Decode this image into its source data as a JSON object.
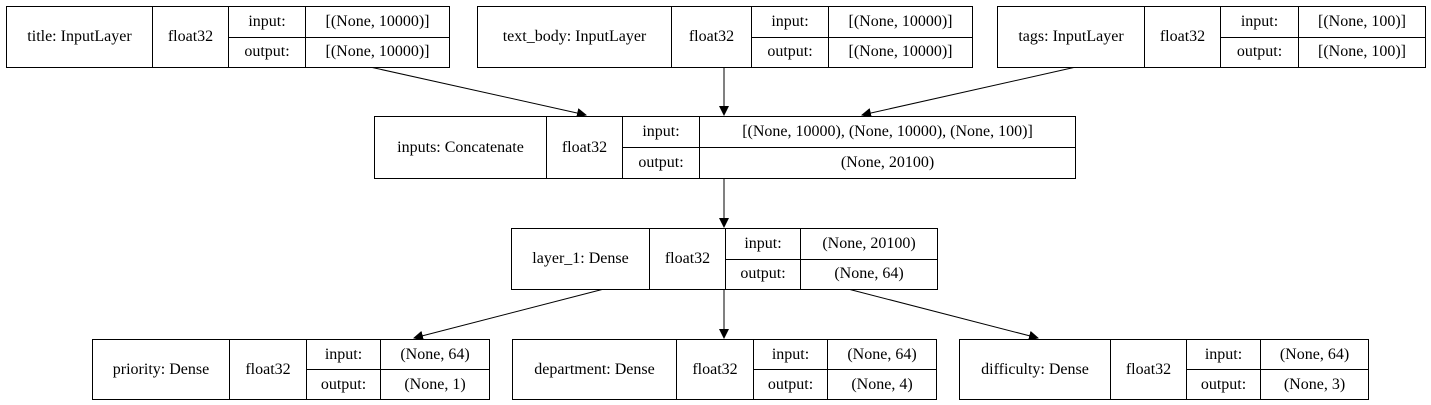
{
  "nodes": [
    {
      "id": "title",
      "name": "title: InputLayer",
      "dtype": "float32",
      "input_label": "input:",
      "output_label": "output:",
      "input": "[(None, 10000)]",
      "output": "[(None, 10000)]"
    },
    {
      "id": "text_body",
      "name": "text_body: InputLayer",
      "dtype": "float32",
      "input_label": "input:",
      "output_label": "output:",
      "input": "[(None, 10000)]",
      "output": "[(None, 10000)]"
    },
    {
      "id": "tags",
      "name": "tags: InputLayer",
      "dtype": "float32",
      "input_label": "input:",
      "output_label": "output:",
      "input": "[(None, 100)]",
      "output": "[(None, 100)]"
    },
    {
      "id": "inputs",
      "name": "inputs: Concatenate",
      "dtype": "float32",
      "input_label": "input:",
      "output_label": "output:",
      "input": "[(None, 10000), (None, 10000), (None, 100)]",
      "output": "(None, 20100)"
    },
    {
      "id": "layer_1",
      "name": "layer_1: Dense",
      "dtype": "float32",
      "input_label": "input:",
      "output_label": "output:",
      "input": "(None, 20100)",
      "output": "(None, 64)"
    },
    {
      "id": "priority",
      "name": "priority: Dense",
      "dtype": "float32",
      "input_label": "input:",
      "output_label": "output:",
      "input": "(None, 64)",
      "output": "(None, 1)"
    },
    {
      "id": "department",
      "name": "department: Dense",
      "dtype": "float32",
      "input_label": "input:",
      "output_label": "output:",
      "input": "(None, 64)",
      "output": "(None, 4)"
    },
    {
      "id": "difficulty",
      "name": "difficulty: Dense",
      "dtype": "float32",
      "input_label": "input:",
      "output_label": "output:",
      "input": "(None, 64)",
      "output": "(None, 3)"
    }
  ],
  "edges": [
    {
      "from": "title",
      "to": "inputs"
    },
    {
      "from": "text_body",
      "to": "inputs"
    },
    {
      "from": "tags",
      "to": "inputs"
    },
    {
      "from": "inputs",
      "to": "layer_1"
    },
    {
      "from": "layer_1",
      "to": "priority"
    },
    {
      "from": "layer_1",
      "to": "department"
    },
    {
      "from": "layer_1",
      "to": "difficulty"
    }
  ]
}
